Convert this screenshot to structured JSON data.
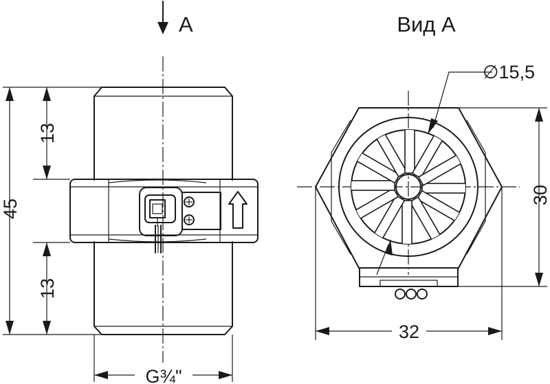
{
  "view_arrow_label": "A",
  "view_title": "Вид А",
  "dimensions": {
    "total_height": "45",
    "upper_thread_length": "13",
    "lower_thread_length": "13",
    "thread_size": "G¾\"",
    "impeller_diameter": "∅15,5",
    "housing_height": "30",
    "housing_width": "32"
  }
}
